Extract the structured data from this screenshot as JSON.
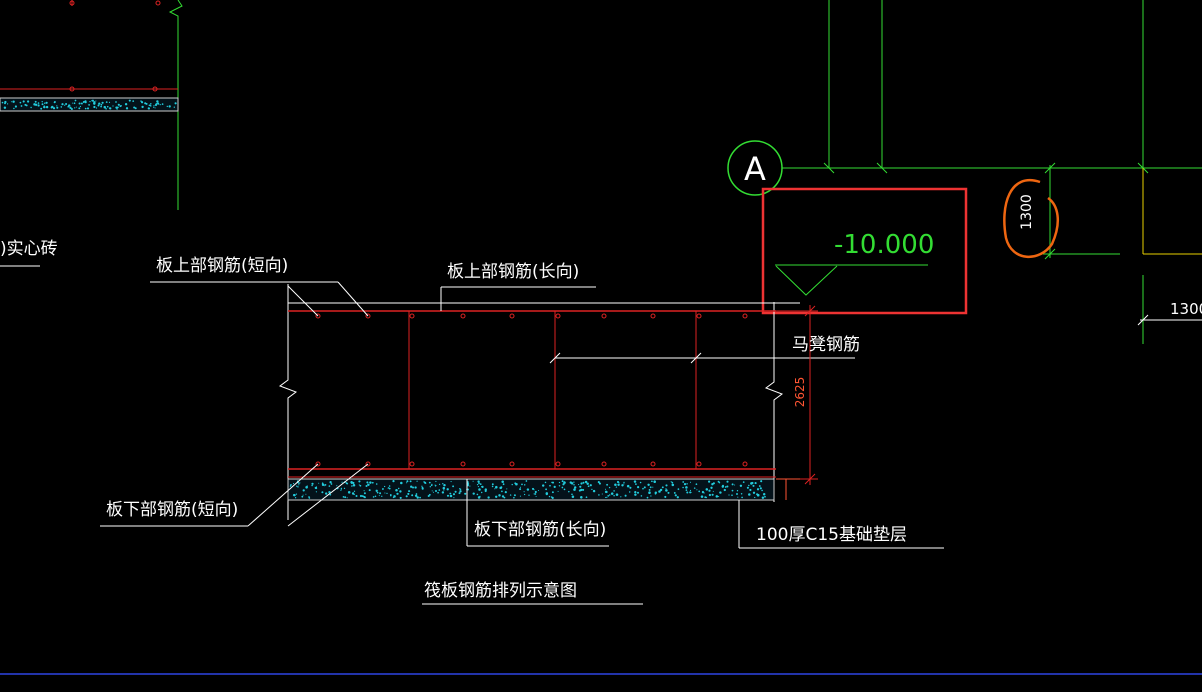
{
  "drawing": {
    "partial_brick_label": ")实心砖",
    "axis_marker": "A",
    "elevation": "-10.000",
    "labels": {
      "top_short": "板上部钢筋(短向)",
      "top_long": "板上部钢筋(长向)",
      "chair_bar": "马凳钢筋",
      "bottom_short": "板下部钢筋(短向)",
      "bottom_long": "板下部钢筋(长向)",
      "cushion": "100厚C15基础垫层"
    },
    "dimensions": {
      "slab_thickness": "2625",
      "right_vertical": "1300",
      "far_right": "1300"
    },
    "caption": "筏板钢筋排列示意图",
    "colors": {
      "background": "#000000",
      "text": "#ffffff",
      "rebar": "#dd2222",
      "axis_line": "#33dd33",
      "elevation": "#33dd33",
      "highlight_box": "#ee3333",
      "annotation_circle": "#ee6611",
      "cushion_fill": "#22ccdd",
      "far_right_line": "#e8d000",
      "bottom_border": "#2233aa"
    }
  }
}
